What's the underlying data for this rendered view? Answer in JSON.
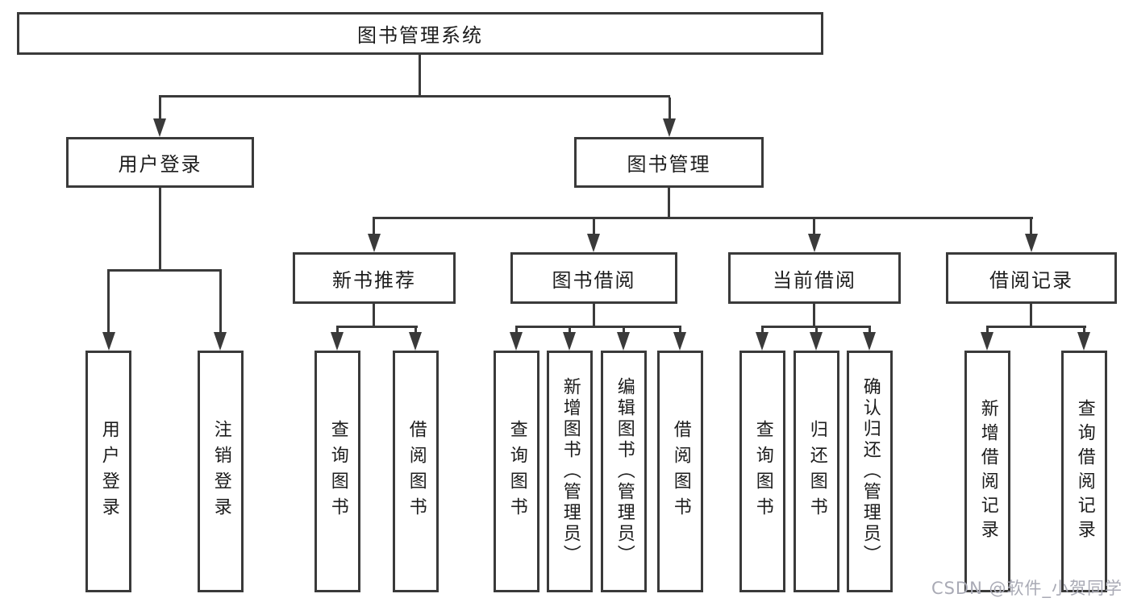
{
  "diagram": {
    "type": "hierarchy-structure-chart",
    "root": {
      "label": "图书管理系统",
      "children": [
        {
          "label": "用户登录",
          "children": [
            {
              "label": "用户登录"
            },
            {
              "label": "注销登录"
            }
          ]
        },
        {
          "label": "图书管理",
          "children": [
            {
              "label": "新书推荐",
              "children": [
                {
                  "label": "查询图书"
                },
                {
                  "label": "借阅图书"
                }
              ]
            },
            {
              "label": "图书借阅",
              "children": [
                {
                  "label": "查询图书"
                },
                {
                  "label": "新增图书（管理员）"
                },
                {
                  "label": "编辑图书（管理员）"
                },
                {
                  "label": "借阅图书"
                }
              ]
            },
            {
              "label": "当前借阅",
              "children": [
                {
                  "label": "查询图书"
                },
                {
                  "label": "归还图书"
                },
                {
                  "label": "确认归还（管理员）"
                }
              ]
            },
            {
              "label": "借阅记录",
              "children": [
                {
                  "label": "新增借阅记录"
                },
                {
                  "label": "查询借阅记录"
                }
              ]
            }
          ]
        }
      ]
    },
    "watermark": "CSDN @软件_小贺同学",
    "colors": {
      "line": "#3a3a3a",
      "box_border": "#3a3a3a",
      "box_fill": "#ffffff",
      "text": "#1c1c1c",
      "watermark": "#a9aab5",
      "background": "#ffffff"
    }
  }
}
